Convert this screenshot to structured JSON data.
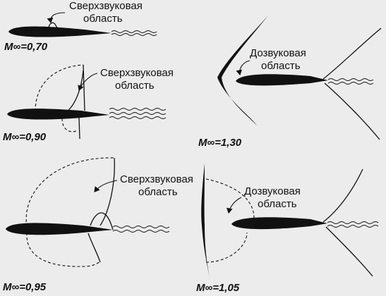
{
  "colors": {
    "background": "#ececec",
    "ink": "#111111"
  },
  "panels": [
    {
      "mach": "M∞=0,70",
      "region_label": [
        "Сверхзвуковая",
        "область"
      ]
    },
    {
      "mach": "M∞=0,90",
      "region_label": [
        "Сверхзвуковая",
        "область"
      ]
    },
    {
      "mach": "M∞=0,95",
      "region_label": [
        "Сверхзвуковая",
        "область"
      ]
    },
    {
      "mach": "M∞=1,30",
      "region_label": [
        "Дозвуковая",
        "область"
      ]
    },
    {
      "mach": "M∞=1,05",
      "region_label": [
        "Дозвуковая",
        "область"
      ]
    }
  ]
}
